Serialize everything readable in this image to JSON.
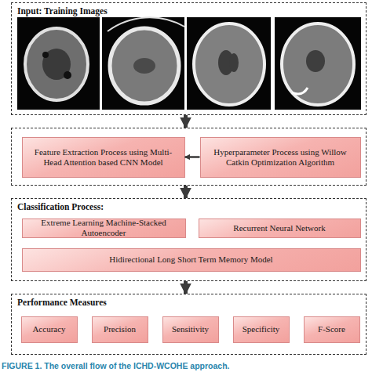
{
  "diagram": {
    "caption": "FIGURE 1. The overall flow of the ICHD-WCOHE approach.",
    "nodes": [
      {
        "text": [
          "Input: Training Images"
        ]
      },
      {
        "text": []
      },
      {
        "text": [
          "Feature Extraction Process using Multi-Head Attention based CNN Model"
        ],
        "in": 1
      },
      {
        "text": [
          "Hyperparameter Process using Willow Catkin Optimization Algorithm"
        ],
        "in": 1
      },
      {
        "text": [
          "Classification Process:"
        ]
      },
      {
        "text": [
          "Extreme Learning Machine-Stacked Autoencoder"
        ],
        "in": 4
      },
      {
        "text": [
          "Recurrent Neural Network"
        ],
        "in": 4
      },
      {
        "text": [
          "Hidirectional Long Short Term Memory Model"
        ],
        "in": 4
      },
      {
        "text": [
          "Performance Measures"
        ]
      },
      {
        "text": [
          "Accuracy"
        ],
        "in": 8
      },
      {
        "text": [
          "Precision"
        ],
        "in": 8
      },
      {
        "text": [
          "Sensitivity"
        ],
        "in": 8
      },
      {
        "text": [
          "Specificity"
        ],
        "in": 8
      },
      {
        "text": [
          "F-Score"
        ],
        "in": 8
      }
    ],
    "edges": [
      {
        "from": 0,
        "to": 1,
        "arrow": "to"
      },
      {
        "from": 3,
        "to": 2,
        "arrow": "to"
      },
      {
        "from": 1,
        "to": 4,
        "arrow": "to"
      },
      {
        "from": 4,
        "to": 8,
        "arrow": "to"
      }
    ]
  }
}
